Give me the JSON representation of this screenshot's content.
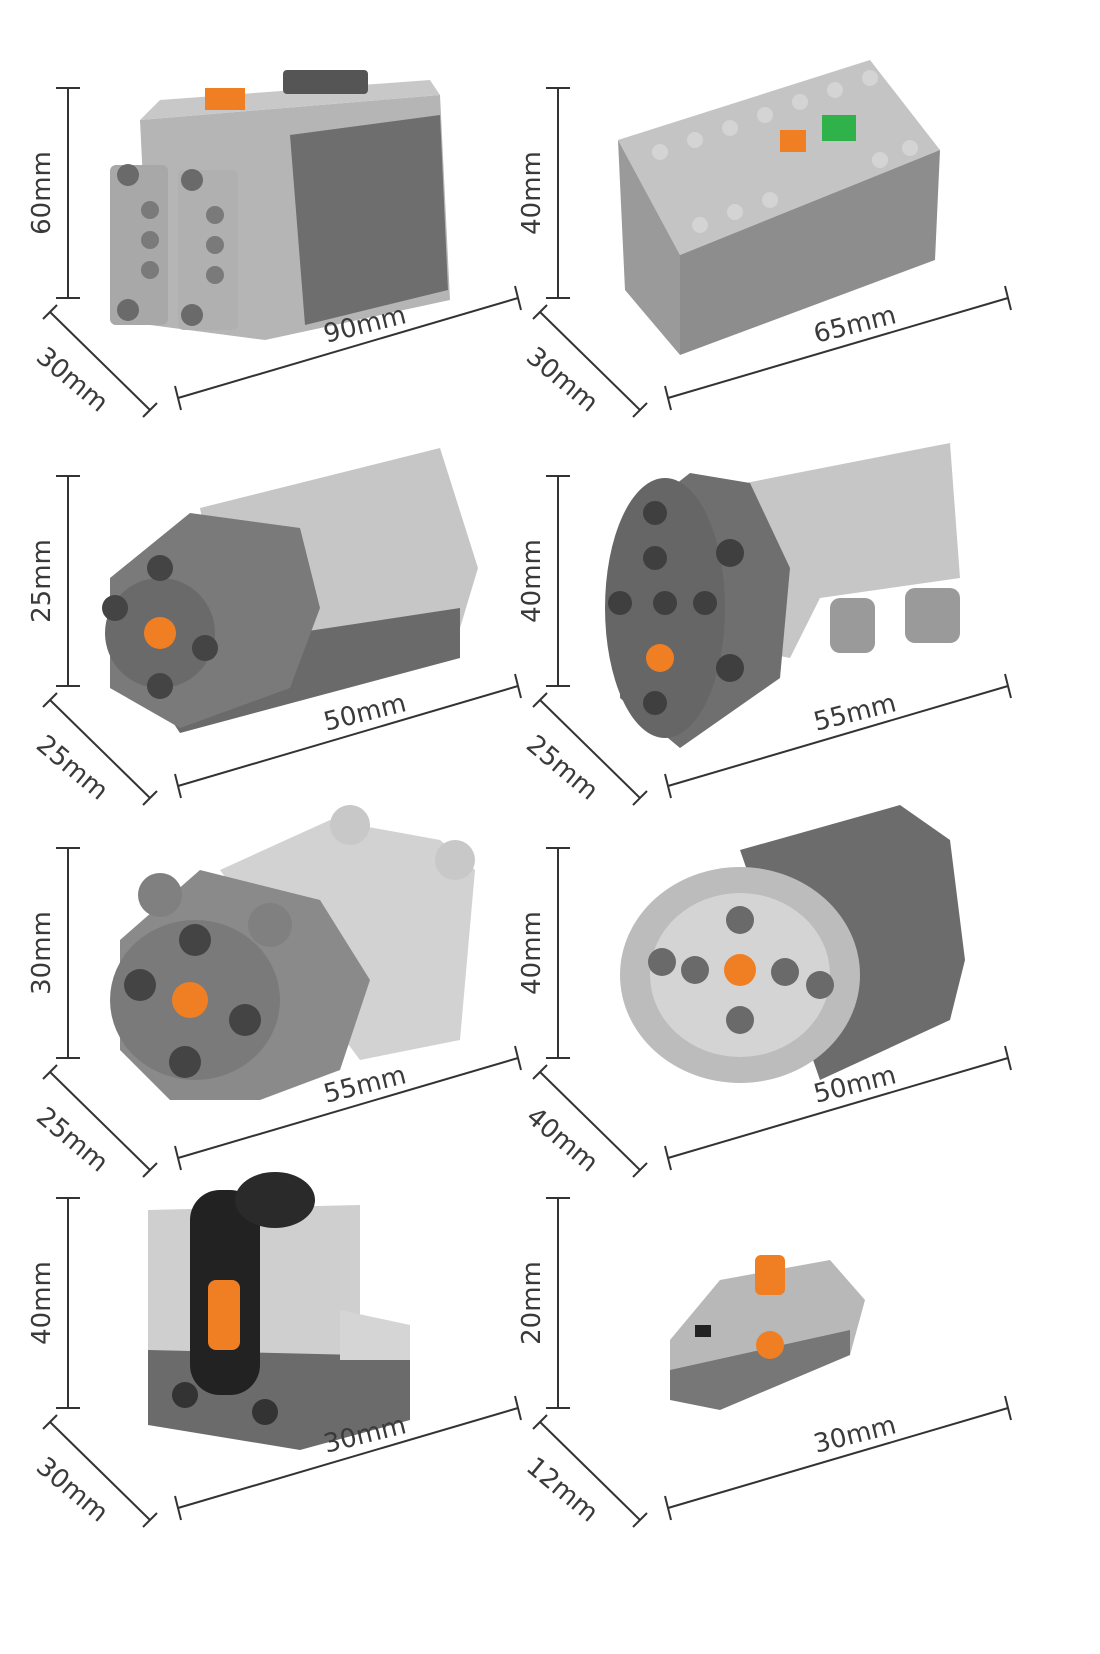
{
  "items": [
    {
      "name_icon": "battery-box-icon",
      "height": "60mm",
      "depth": "30mm",
      "width": "90mm"
    },
    {
      "name_icon": "battery-box-rechargeable-icon",
      "height": "40mm",
      "depth": "30mm",
      "width": "65mm"
    },
    {
      "name_icon": "motor-m-icon",
      "height": "25mm",
      "depth": "25mm",
      "width": "50mm"
    },
    {
      "name_icon": "motor-l-icon",
      "height": "40mm",
      "depth": "25mm",
      "width": "55mm"
    },
    {
      "name_icon": "servo-motor-icon",
      "height": "30mm",
      "depth": "25mm",
      "width": "55mm"
    },
    {
      "name_icon": "motor-xl-icon",
      "height": "40mm",
      "depth": "40mm",
      "width": "50mm"
    },
    {
      "name_icon": "ir-receiver-icon",
      "height": "40mm",
      "depth": "30mm",
      "width": "30mm"
    },
    {
      "name_icon": "polarity-switch-icon",
      "height": "20mm",
      "depth": "12mm",
      "width": "30mm"
    }
  ],
  "colors": {
    "light_gray": "#c9c9c9",
    "mid_gray": "#8f8f8f",
    "dark_gray": "#6a6a6a",
    "orange": "#f07f23",
    "green": "#2fb24a",
    "black": "#222222",
    "line": "#333333"
  }
}
